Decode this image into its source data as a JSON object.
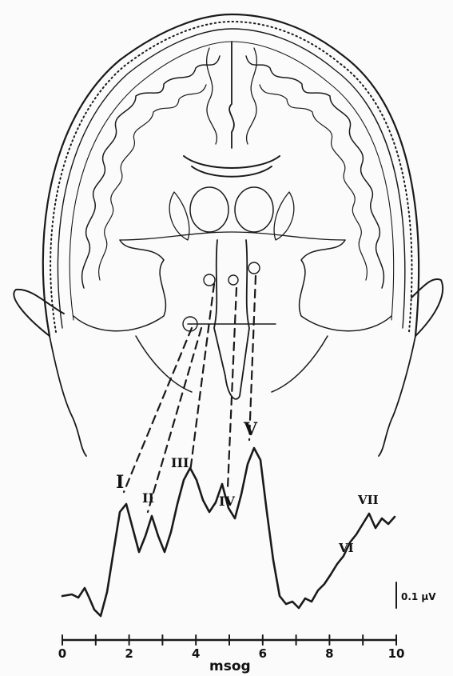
{
  "figure": {
    "wave_labels": [
      "I",
      "II",
      "III",
      "IV",
      "V",
      "VI",
      "VII"
    ],
    "scale_bar_label": "0.1 µV",
    "axis_label": "msog",
    "axis_ticks": [
      "0",
      "2",
      "4",
      "6",
      "8",
      "10"
    ]
  }
}
